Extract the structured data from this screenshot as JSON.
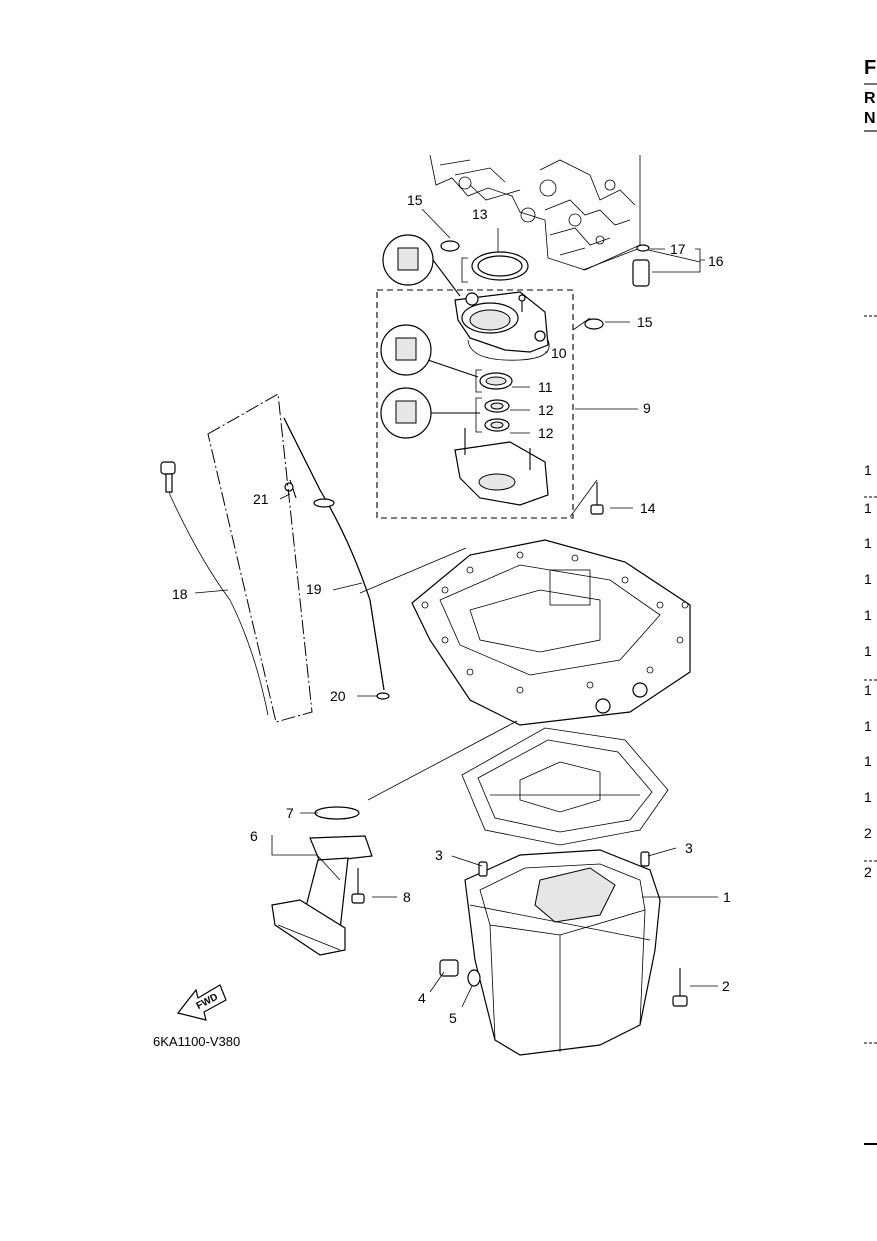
{
  "diagram": {
    "code": "6KA1100-V380",
    "fwd_label": "FWD",
    "callouts": {
      "c1": "1",
      "c2": "2",
      "c3a": "3",
      "c3b": "3",
      "c4": "4",
      "c5": "5",
      "c6": "6",
      "c7": "7",
      "c8": "8",
      "c9": "9",
      "c10": "10",
      "c11": "11",
      "c12a": "12",
      "c12b": "12",
      "c13": "13",
      "c14": "14",
      "c15a": "15",
      "c15b": "15",
      "c16": "16",
      "c17": "17",
      "c18": "18",
      "c19": "19",
      "c20": "20",
      "c21": "21"
    }
  },
  "right_margin": {
    "header_1": "F",
    "header_2": "R",
    "header_3": "N",
    "rows": [
      "1",
      "1",
      "1",
      "1",
      "1",
      "1",
      "1",
      "1",
      "1",
      "1",
      "2",
      "2"
    ]
  }
}
